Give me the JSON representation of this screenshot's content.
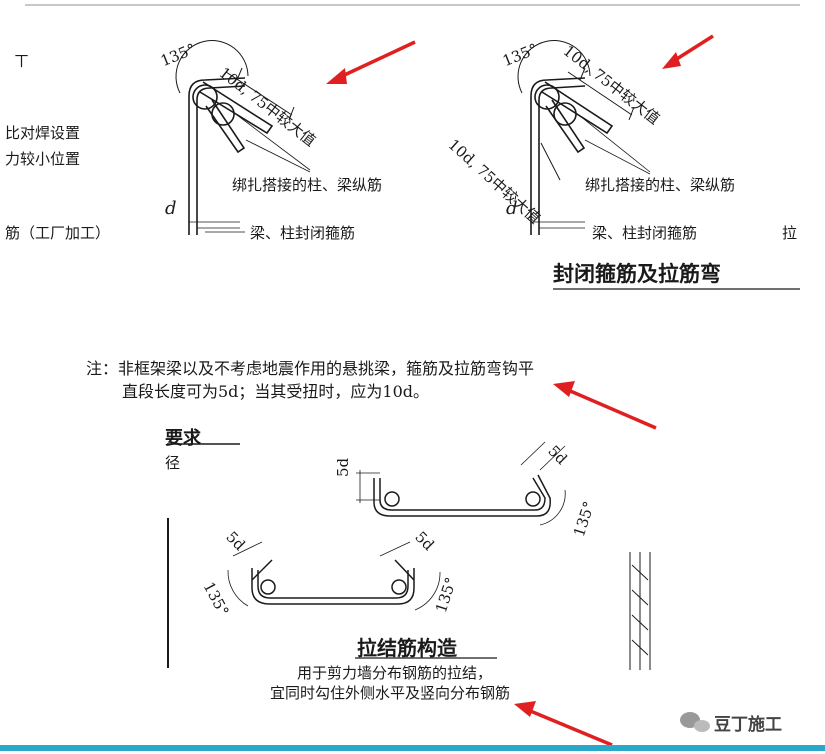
{
  "top_left_labels": {
    "line1": "ㄒ",
    "line2": "比对焊设置",
    "line3": "力较小位置",
    "line4": "筋（工厂加工）"
  },
  "diagram_left": {
    "angle": "135°",
    "length_label": "10d, 75中较大值",
    "rebar_label": "绑扎搭接的柱、梁纵筋",
    "d_label": "d",
    "stirrup_label": "梁、柱封闭箍筋"
  },
  "diagram_right": {
    "angle": "135°",
    "length_label_top": "10d, 75中较大值",
    "length_label_side": "10d, 75中较大值",
    "rebar_label": "绑扎搭接的柱、梁纵筋",
    "d_label": "d",
    "stirrup_label": "梁、柱封闭箍筋",
    "edge_label": "拉"
  },
  "top_section_title": "封闭箍筋及拉筋弯",
  "note": {
    "line1": "注：非框架梁以及不考虑地震作用的悬挑梁，箍筋及拉筋弯钩平",
    "line2": "直段长度可为5d；当其受扭时，应为10d。"
  },
  "bottom_section": {
    "partial_title": "要求",
    "partial_sub": "径",
    "dim_5d": "5d",
    "angle_135": "135°",
    "title": "拉结筋构造",
    "desc_line1": "用于剪力墙分布钢筋的拉结，",
    "desc_line2": "宜同时勾住外侧水平及竖向分布钢筋"
  },
  "watermark": "豆丁施工",
  "colors": {
    "arrow": "#e02020",
    "ink": "#1a1a1a",
    "bar": "#2aa8c9"
  }
}
